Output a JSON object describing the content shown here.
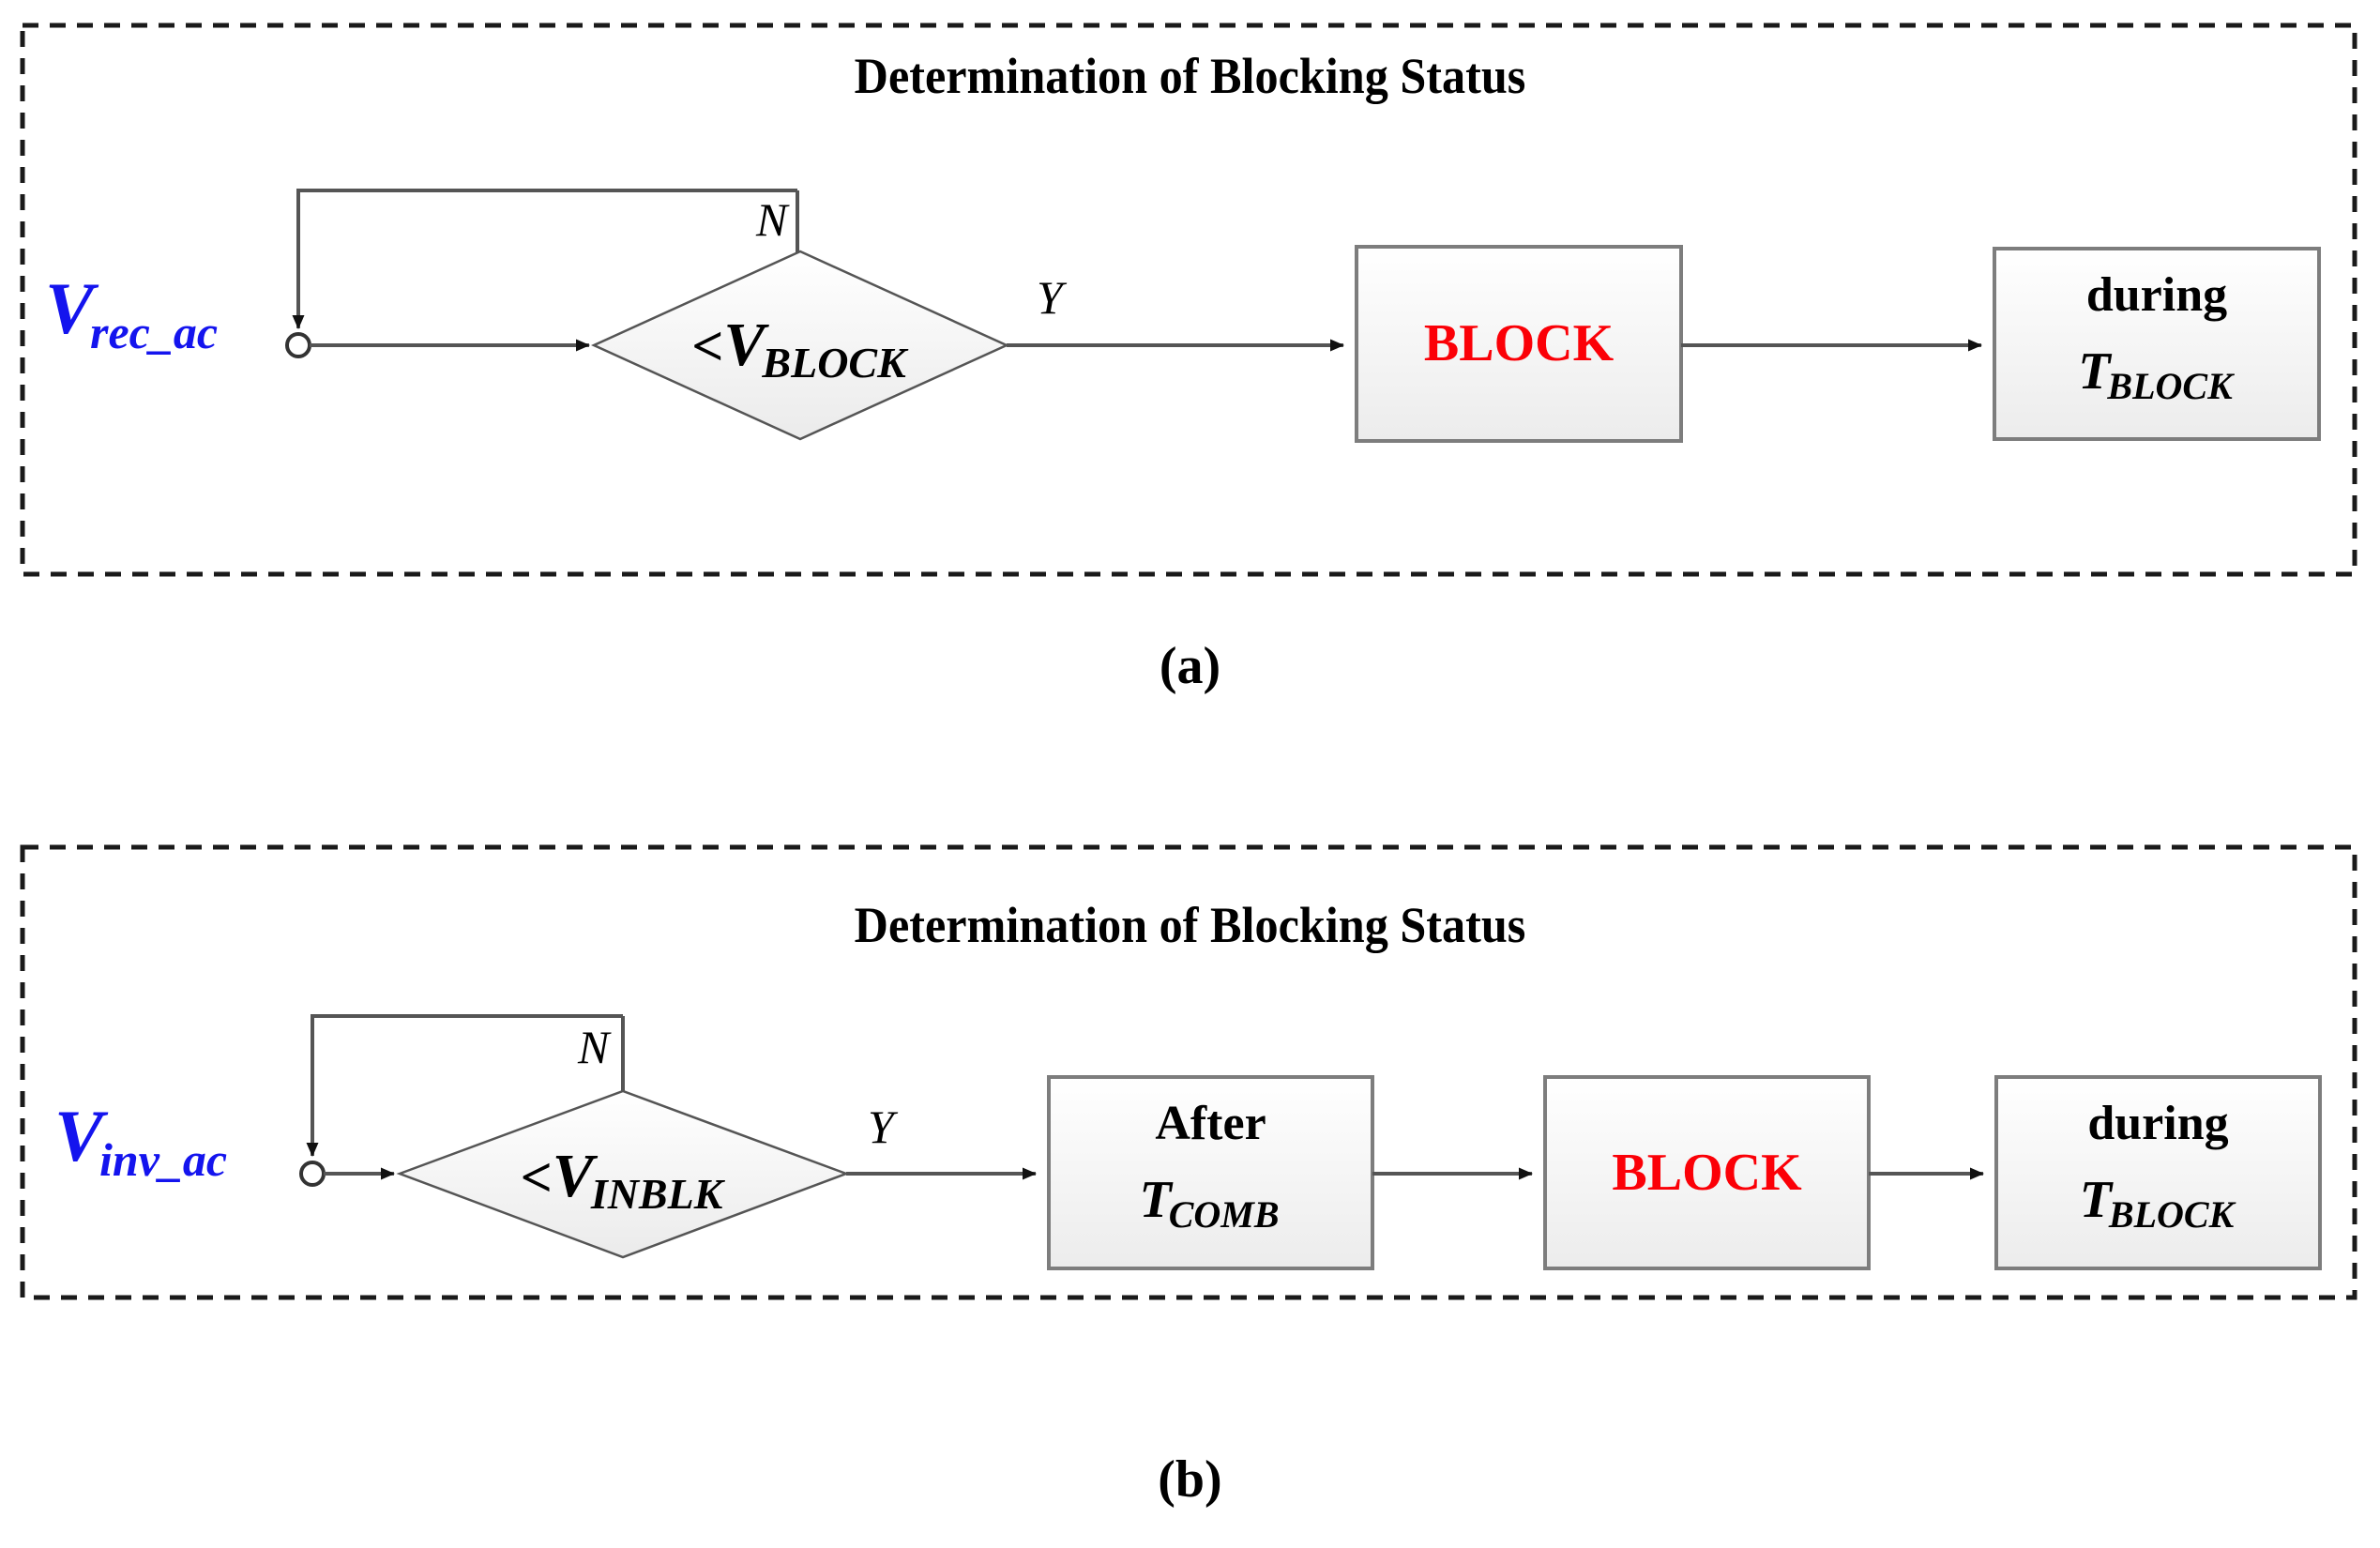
{
  "figure": {
    "panels": [
      {
        "id": "panel-a",
        "title": "Determination of Blocking Status",
        "caption": "(a)",
        "input_signal": {
          "base": "V",
          "sub": "rec_ac",
          "color": "#1414ee"
        },
        "decision": {
          "prefix": "<",
          "base": "V",
          "sub": "BLOCK"
        },
        "branch_no": "N",
        "branch_yes": "Y",
        "nodes": [
          {
            "id": "block-node-a",
            "label": "BLOCK",
            "color": "#fb0007"
          },
          {
            "id": "during-node-a",
            "line1": "during",
            "base": "T",
            "sub": "BLOCK"
          }
        ]
      },
      {
        "id": "panel-b",
        "title": "Determination of Blocking Status",
        "caption": "(b)",
        "input_signal": {
          "base": "V",
          "sub": "inv_ac",
          "color": "#1414ee"
        },
        "decision": {
          "prefix": "<",
          "base": "V",
          "sub": "INBLK"
        },
        "branch_no": "N",
        "branch_yes": "Y",
        "nodes": [
          {
            "id": "after-node-b",
            "line1": "After",
            "base": "T",
            "sub": "COMB"
          },
          {
            "id": "block-node-b",
            "label": "BLOCK",
            "color": "#fb0007"
          },
          {
            "id": "during-node-b",
            "line1": "during",
            "base": "T",
            "sub": "BLOCK"
          }
        ]
      }
    ],
    "colors": {
      "signal_blue": "#1414ee",
      "alarm_red": "#fb0007",
      "stroke": "#666666",
      "box_fill_top": "#ffffff",
      "box_fill_bottom": "#eeeeee",
      "dash_border": "#1a1a1a"
    }
  }
}
